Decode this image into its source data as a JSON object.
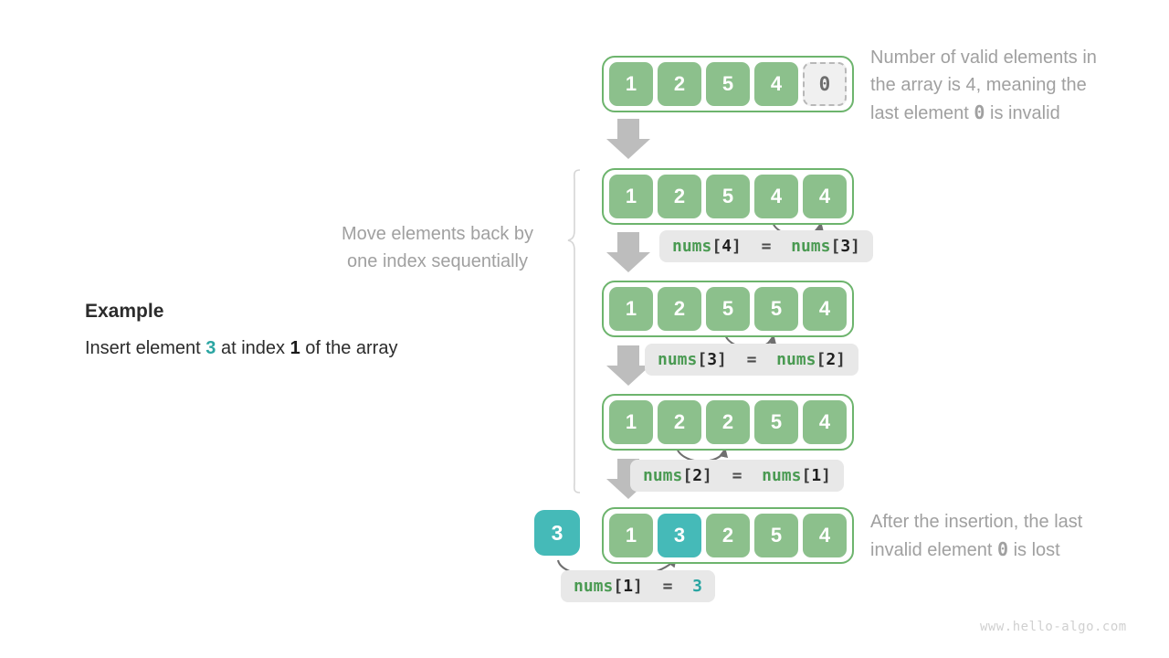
{
  "example": {
    "title": "Example",
    "description_prefix": "Insert element ",
    "description_value": "3",
    "description_mid": " at index ",
    "description_index": "1",
    "description_suffix": " of the array"
  },
  "notes": {
    "top": {
      "line1": "Number of valid elements in",
      "line2": "the array is 4, meaning the",
      "line3_pre": "last element ",
      "line3_code": "0",
      "line3_post": " is invalid"
    },
    "left": {
      "line1": "Move elements back by",
      "line2": "one index sequentially"
    },
    "bottom": {
      "line1": "After the insertion, the last",
      "line2_pre": "invalid element ",
      "line2_code": "0",
      "line2_post": " is lost"
    }
  },
  "rows": [
    {
      "name": "array-row-initial",
      "cells": [
        {
          "value": "1",
          "style": "green"
        },
        {
          "value": "2",
          "style": "green"
        },
        {
          "value": "5",
          "style": "green"
        },
        {
          "value": "4",
          "style": "green"
        },
        {
          "value": "0",
          "style": "empty"
        }
      ]
    },
    {
      "name": "array-row-step1",
      "cells": [
        {
          "value": "1",
          "style": "green"
        },
        {
          "value": "2",
          "style": "green"
        },
        {
          "value": "5",
          "style": "green"
        },
        {
          "value": "4",
          "style": "green"
        },
        {
          "value": "4",
          "style": "green"
        }
      ]
    },
    {
      "name": "array-row-step2",
      "cells": [
        {
          "value": "1",
          "style": "green"
        },
        {
          "value": "2",
          "style": "green"
        },
        {
          "value": "5",
          "style": "green"
        },
        {
          "value": "5",
          "style": "green"
        },
        {
          "value": "4",
          "style": "green"
        }
      ]
    },
    {
      "name": "array-row-step3",
      "cells": [
        {
          "value": "1",
          "style": "green"
        },
        {
          "value": "2",
          "style": "green"
        },
        {
          "value": "2",
          "style": "green"
        },
        {
          "value": "5",
          "style": "green"
        },
        {
          "value": "4",
          "style": "green"
        }
      ]
    },
    {
      "name": "array-row-final",
      "cells": [
        {
          "value": "1",
          "style": "green"
        },
        {
          "value": "3",
          "style": "teal"
        },
        {
          "value": "2",
          "style": "green"
        },
        {
          "value": "5",
          "style": "green"
        },
        {
          "value": "4",
          "style": "green"
        }
      ]
    }
  ],
  "insert_box": {
    "value": "3"
  },
  "code_labels": [
    {
      "name": "code-label-step1",
      "text": "nums[4] = nums[3]",
      "lhs_ident": "nums",
      "lhs_open": "[",
      "lhs_index": "4",
      "lhs_close": "]",
      "op": "=",
      "rhs_ident": "nums",
      "rhs_open": "[",
      "rhs_index": "3",
      "rhs_close": "]"
    },
    {
      "name": "code-label-step2",
      "text": "nums[3] = nums[2]",
      "lhs_ident": "nums",
      "lhs_open": "[",
      "lhs_index": "3",
      "lhs_close": "]",
      "op": "=",
      "rhs_ident": "nums",
      "rhs_open": "[",
      "rhs_index": "2",
      "rhs_close": "]"
    },
    {
      "name": "code-label-step3",
      "text": "nums[2] = nums[1]",
      "lhs_ident": "nums",
      "lhs_open": "[",
      "lhs_index": "2",
      "lhs_close": "]",
      "op": "=",
      "rhs_ident": "nums",
      "rhs_open": "[",
      "rhs_index": "1",
      "rhs_close": "]"
    },
    {
      "name": "code-label-final",
      "text": "nums[1] = 3",
      "lhs_ident": "nums",
      "lhs_open": "[",
      "lhs_index": "1",
      "lhs_close": "]",
      "op": "=",
      "rhs_value": "3"
    }
  ],
  "watermark": "www.hello-algo.com",
  "colors": {
    "green_fill": "#8cc08c",
    "green_border": "#6db46d",
    "teal_fill": "#45bab8",
    "teal_text": "#2aa5a2",
    "note_gray": "#a0a0a0",
    "arrow_gray": "#bdbdbd",
    "curve_gray": "#6f6f6f",
    "code_bg": "#e8e8e8",
    "code_ident": "#4a9a52"
  }
}
